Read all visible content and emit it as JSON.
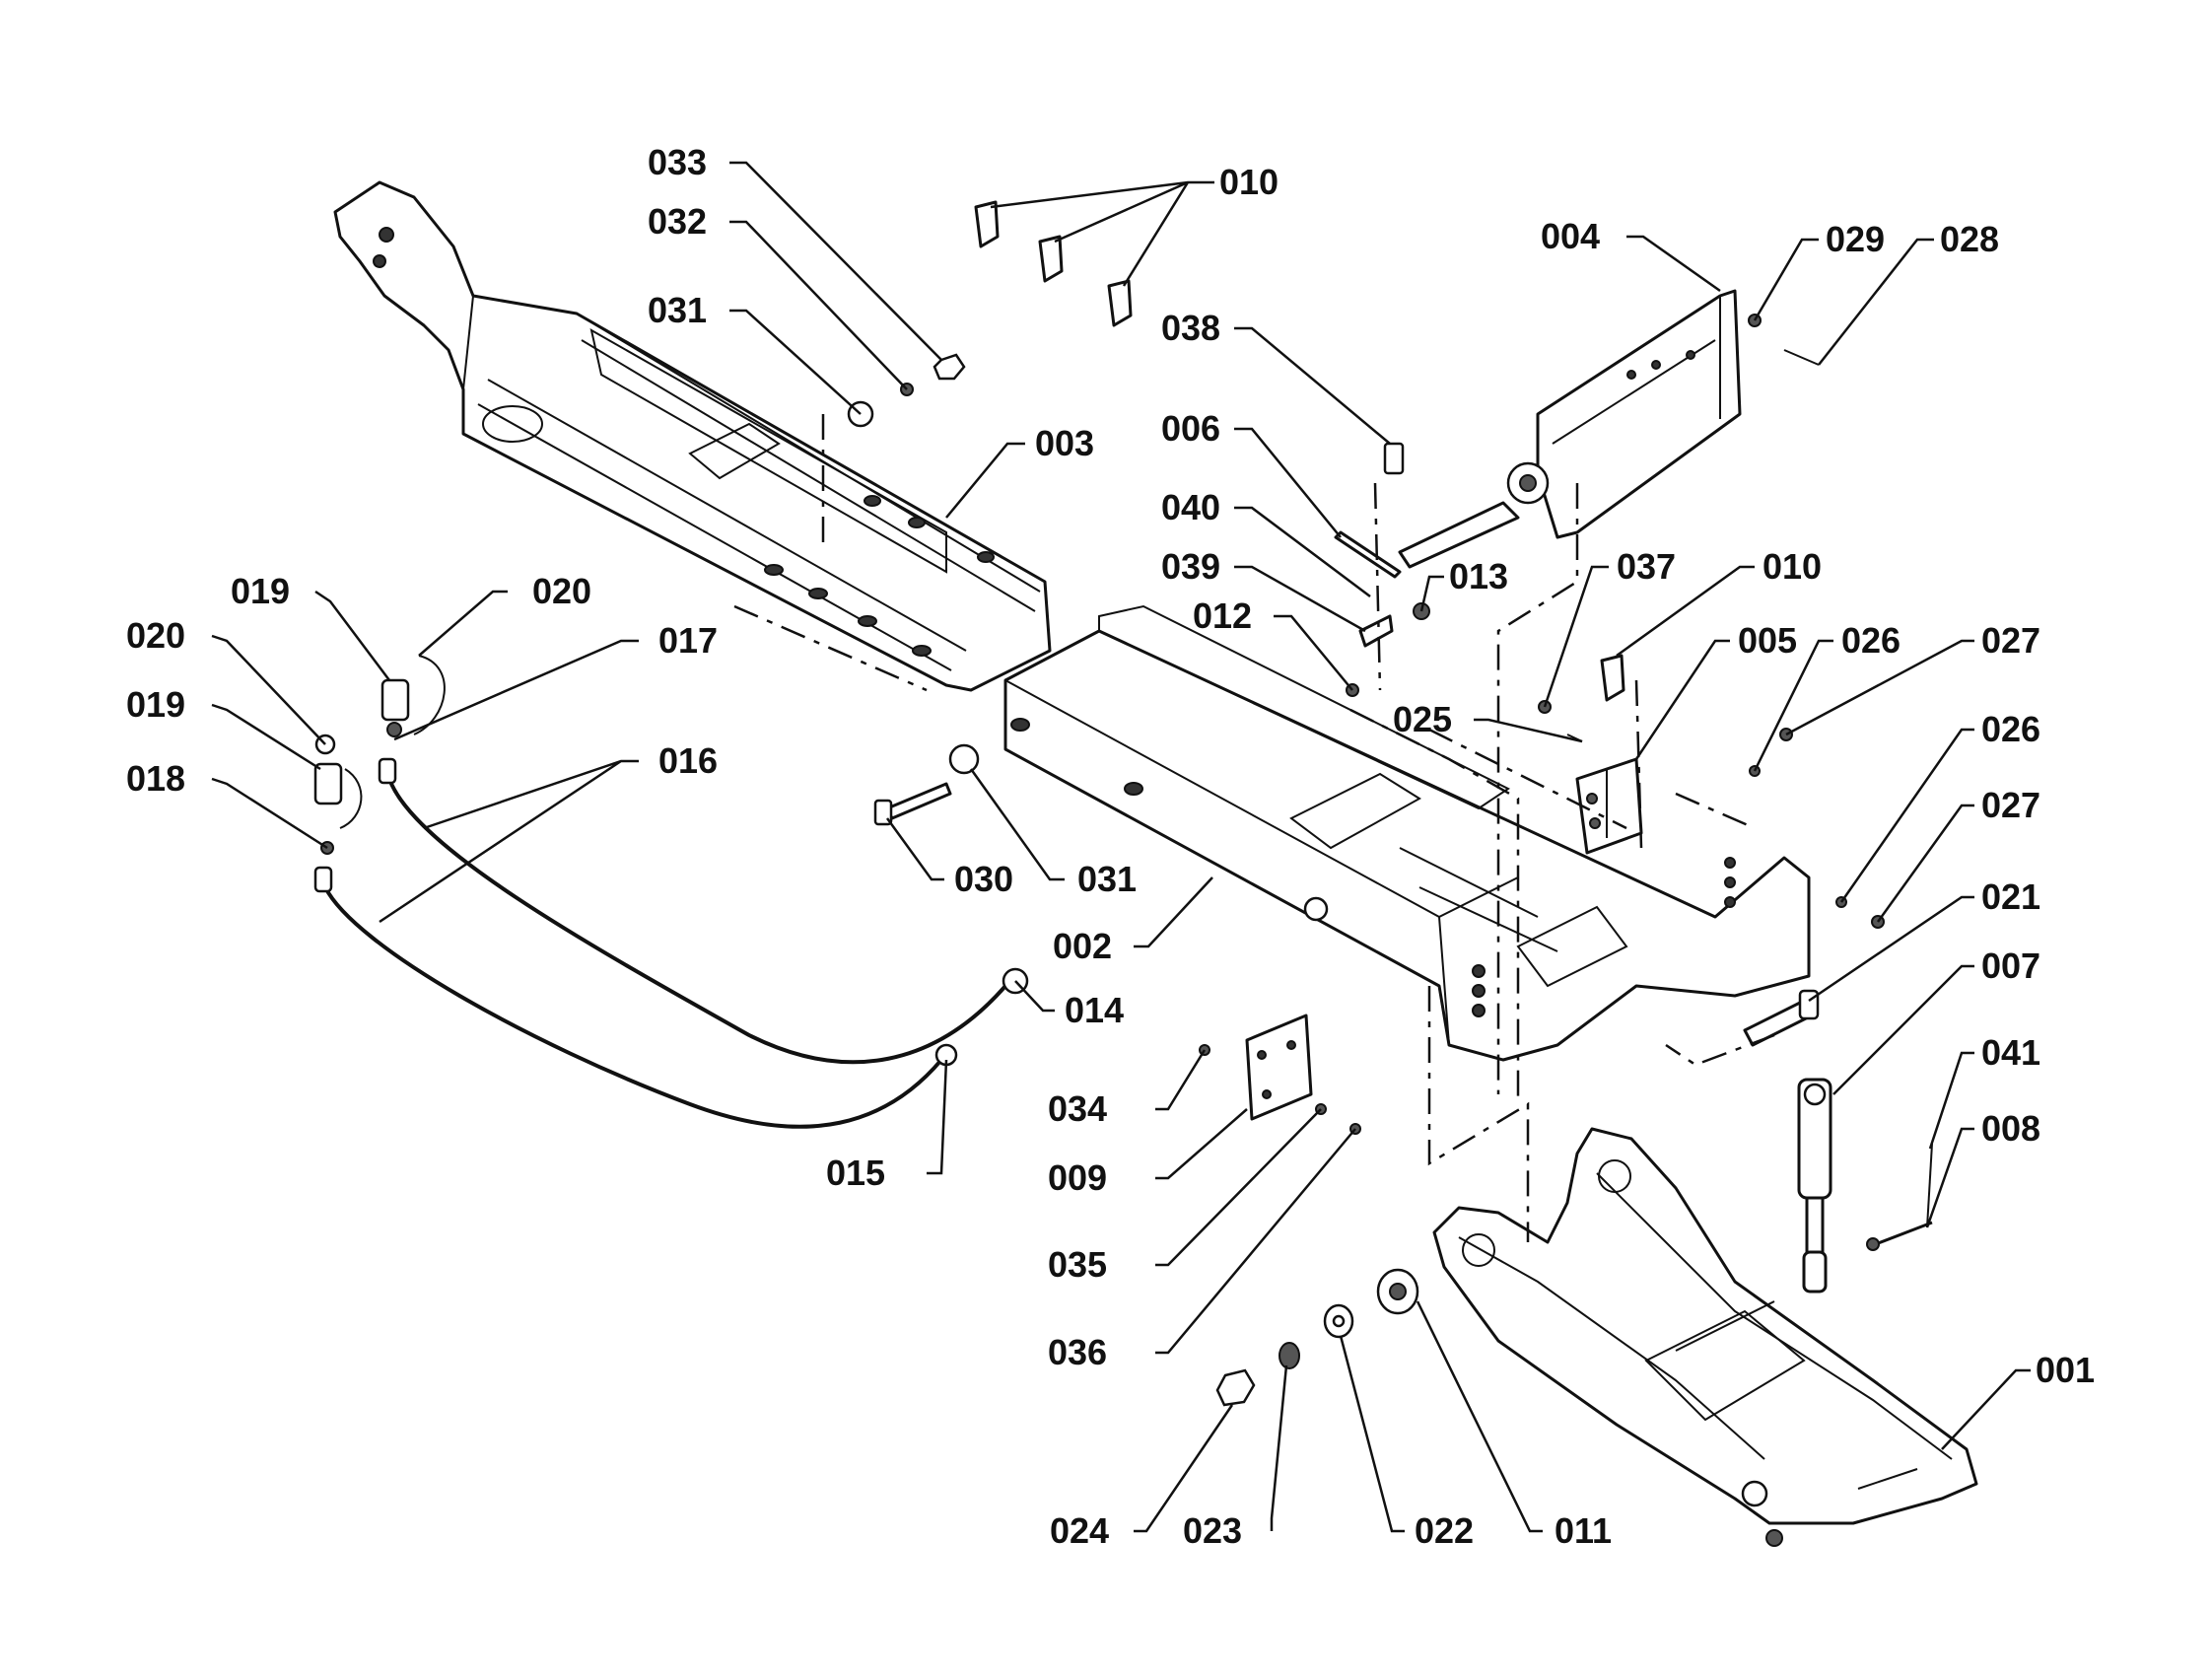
{
  "labels": {
    "l001": "001",
    "l002": "002",
    "l003": "003",
    "l004": "004",
    "l005": "005",
    "l006": "006",
    "l007": "007",
    "l008": "008",
    "l009": "009",
    "l010a": "010",
    "l010b": "010",
    "l011": "011",
    "l012": "012",
    "l013": "013",
    "l014": "014",
    "l015": "015",
    "l016": "016",
    "l017": "017",
    "l018": "018",
    "l019a": "019",
    "l019b": "019",
    "l020a": "020",
    "l020b": "020",
    "l021": "021",
    "l022": "022",
    "l023": "023",
    "l024": "024",
    "l025": "025",
    "l026a": "026",
    "l026b": "026",
    "l027a": "027",
    "l027b": "027",
    "l028": "028",
    "l029": "029",
    "l030": "030",
    "l031a": "031",
    "l031b": "031",
    "l032": "032",
    "l033": "033",
    "l034": "034",
    "l035": "035",
    "l036": "036",
    "l037": "037",
    "l038": "038",
    "l039": "039",
    "l040": "040",
    "l041": "041"
  }
}
